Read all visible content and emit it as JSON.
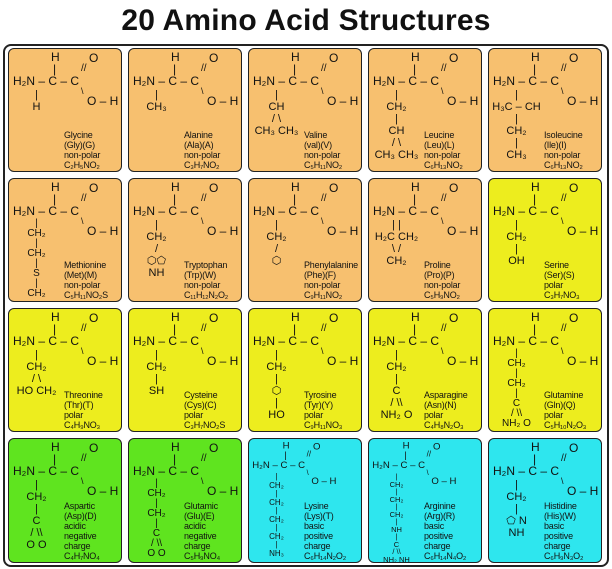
{
  "title": "20 Amino Acid Structures",
  "colors": {
    "nonpolar": "#f7c06f",
    "polar": "#eded1e",
    "acidic": "#5fe41f",
    "basic": "#2ee6ee"
  },
  "backbone": {
    "h": "H",
    "bar": "|",
    "main": "H₂N – C – C",
    "o": "O",
    "oh": "O – H",
    "dbl": "//",
    "single": "\\"
  },
  "amino_acids": [
    {
      "name": "Glycine",
      "abbr": "(Gly)(G)",
      "props": [
        "non-polar"
      ],
      "formula": "C₂H₅NO₂",
      "type": "nonpolar",
      "side": [
        "        |",
        "        H"
      ]
    },
    {
      "name": "Alanine",
      "abbr": "(Ala)(A)",
      "props": [
        "non-polar"
      ],
      "formula": "C₃H₇NO₂",
      "type": "nonpolar",
      "side": [
        "        |",
        "      CH₃"
      ]
    },
    {
      "name": "Valine",
      "abbr": "(val)(V)",
      "props": [
        "non-polar"
      ],
      "formula": "C₅H₁₁NO₂",
      "type": "nonpolar",
      "side": [
        "        |",
        "      CH",
        "     /   \\",
        "  CH₃   CH₃"
      ]
    },
    {
      "name": "Leucine",
      "abbr": "(Leu)(L)",
      "props": [
        "non-polar"
      ],
      "formula": "C₆H₁₃NO₂",
      "type": "nonpolar",
      "side": [
        "        |",
        "      CH₂",
        "        |",
        "      CH",
        "     /   \\",
        "  CH₃  CH₃"
      ]
    },
    {
      "name": "Isoleucine",
      "abbr": "(Ile)(I)",
      "props": [
        "non-polar"
      ],
      "formula": "C₆H₁₃NO₂",
      "type": "nonpolar",
      "side": [
        "        |",
        "H₃C – CH",
        "        |",
        "      CH₂",
        "        |",
        "      CH₃"
      ]
    },
    {
      "name": "Methionine",
      "abbr": "(Met)(M)",
      "props": [
        "non-polar"
      ],
      "formula": "C₅H₁₁NO₂S",
      "type": "nonpolar",
      "side": [
        "        |",
        "      CH₂",
        "        |",
        "      CH₂",
        "        |",
        "        S",
        "        |",
        "      CH₂"
      ]
    },
    {
      "name": "Tryptophan",
      "abbr": "(Trp)(W)",
      "props": [
        "non-polar"
      ],
      "formula": "C₁₁H₁₂N₂O₂",
      "type": "nonpolar",
      "side": [
        "        |",
        "      CH₂",
        "      /",
        "  ⬡⬠",
        "       NH"
      ]
    },
    {
      "name": "Phenylalanine",
      "abbr": "(Phe)(F)",
      "props": [
        "non-polar"
      ],
      "formula": "C₉H₁₁NO₂",
      "type": "nonpolar",
      "side": [
        "        |",
        "      CH₂",
        "      /",
        "    ⬡"
      ]
    },
    {
      "name": "Proline",
      "abbr": "(Pro)(P)",
      "props": [
        "non-polar"
      ],
      "formula": "C₅H₉NO₂",
      "type": "nonpolar",
      "side": [
        "  |        |",
        "H₂C    CH₂",
        "     \\  /",
        "     CH₂"
      ]
    },
    {
      "name": "Serine",
      "abbr": "(Ser)(S)",
      "props": [
        "polar"
      ],
      "formula": "C₃H₇NO₃",
      "type": "polar",
      "side": [
        "        |",
        "      CH₂",
        "        |",
        "      OH"
      ]
    },
    {
      "name": "Threonine",
      "abbr": "(Thr)(T)",
      "props": [
        "polar"
      ],
      "formula": "C₄H₉NO₃",
      "type": "polar",
      "side": [
        "        |",
        "      CH₂",
        "     /    \\",
        "HO     CH₂"
      ]
    },
    {
      "name": "Cysteine",
      "abbr": "(Cys)(C)",
      "props": [
        "polar"
      ],
      "formula": "C₃H₇NO₂S",
      "type": "polar",
      "side": [
        "        |",
        "      CH₂",
        "        |",
        "       SH"
      ]
    },
    {
      "name": "Tyrosine",
      "abbr": "(Tyr)(Y)",
      "props": [
        "polar"
      ],
      "formula": "C₉H₁₁NO₃",
      "type": "polar",
      "side": [
        "        |",
        "      CH₂",
        "        |",
        "       ⬡",
        "        |",
        "      HO"
      ]
    },
    {
      "name": "Asparagine",
      "abbr": "(Asn)(N)",
      "props": [
        "polar"
      ],
      "formula": "C₄H₈N₂O₃",
      "type": "polar",
      "side": [
        "        |",
        "      CH₂",
        "        |",
        "        C",
        "      /   \\\\",
        "  NH₂    O"
      ]
    },
    {
      "name": "Glutamine",
      "abbr": "(Gln)(Q)",
      "props": [
        "polar"
      ],
      "formula": "C₅H₁₀N₂O₃",
      "type": "polar",
      "side": [
        "        |",
        "      CH₂",
        "        |",
        "      CH₂",
        "        |",
        "        C",
        "      /   \\\\",
        "  NH₂    O"
      ]
    },
    {
      "name": "Aspartic",
      "abbr": "(Asp)(D)",
      "props": [
        "acidic",
        "negative",
        "charge"
      ],
      "formula": "C₄H₇NO₄",
      "type": "acidic",
      "side": [
        "        |",
        "      CH₂",
        "        |",
        "        C",
        "      /   \\\\",
        "   O        O"
      ]
    },
    {
      "name": "Glutamic",
      "abbr": "(Glu)(E)",
      "props": [
        "acidic",
        "negative",
        "charge"
      ],
      "formula": "C₅H₉NO₄",
      "type": "acidic",
      "side": [
        "        |",
        "      CH₂",
        "        |",
        "      CH₂",
        "        |",
        "        C",
        "      /   \\\\",
        "   O        O"
      ]
    },
    {
      "name": "Lysine",
      "abbr": "(Lys)(T)",
      "props": [
        "basic",
        "positive",
        "charge"
      ],
      "formula": "C₆H₁₄N₂O₂",
      "type": "basic",
      "side": [
        "        |",
        "      CH₂",
        "        |",
        "      CH₂",
        "        |",
        "      CH₂",
        "        |",
        "      CH₂",
        "        |",
        "      NH₃"
      ]
    },
    {
      "name": "Arginine",
      "abbr": "(Arg)(R)",
      "props": [
        "basic",
        "positive",
        "charge"
      ],
      "formula": "C₆H₁₄N₄O₂",
      "type": "basic",
      "side": [
        "        |",
        "      CH₂",
        "        |",
        "      CH₂",
        "        |",
        "      CH₂",
        "        |",
        "      NH",
        "        |",
        "        C",
        "     /   \\\\",
        "  NH₂  NH"
      ]
    },
    {
      "name": "Histidine",
      "abbr": "(His)(W)",
      "props": [
        "basic",
        "positive",
        "charge"
      ],
      "formula": "C₆H₉N₃O₂",
      "type": "basic",
      "side": [
        "        |",
        "      CH₂",
        "        |",
        "       ⬠ N",
        "  NH"
      ]
    }
  ]
}
